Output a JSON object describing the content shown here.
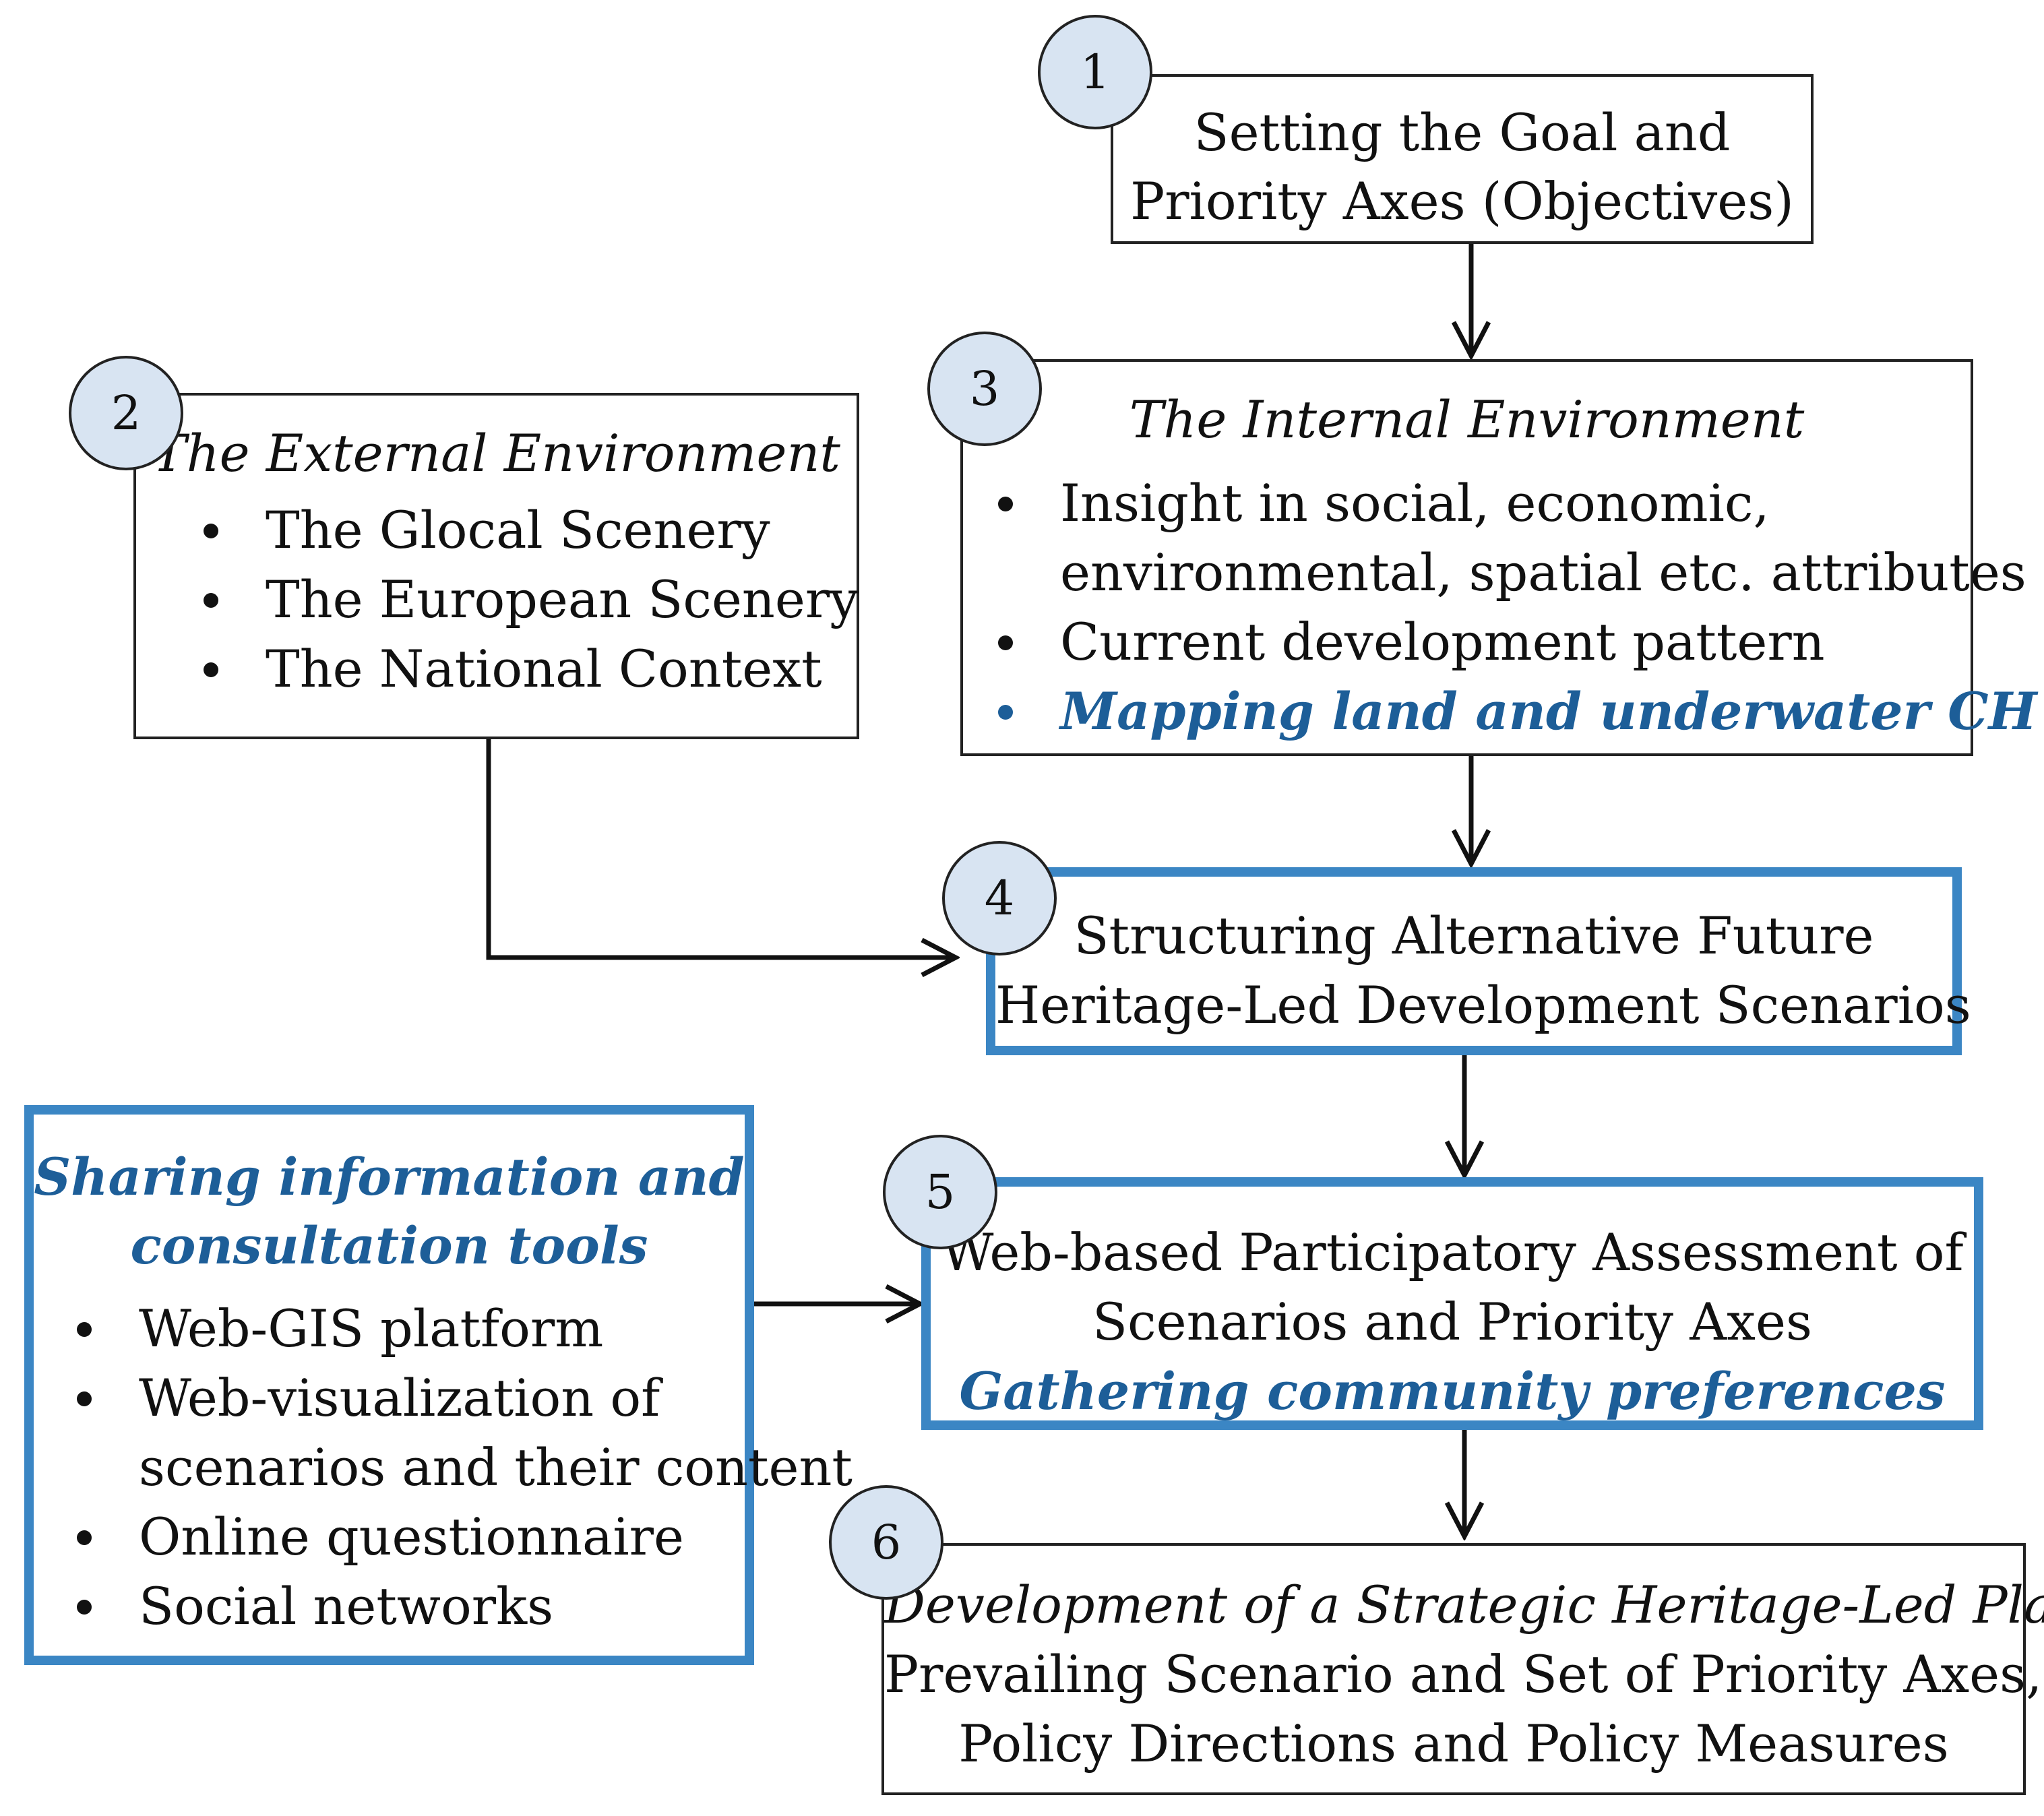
{
  "steps": [
    {
      "number": "1",
      "title_lines": [
        "Setting the Goal and",
        "Priority Axes (Objectives)"
      ]
    },
    {
      "number": "2",
      "title": "The External Environment",
      "items": [
        "The Glocal Scenery",
        "The European Scenery",
        "The National Context"
      ]
    },
    {
      "number": "3",
      "title": "The Internal Environment",
      "items": [
        "Insight in social, economic,",
        "environmental, spatial etc. attributes",
        "Current development pattern"
      ],
      "highlight_item": "Mapping land and underwater CH"
    },
    {
      "number": "4",
      "title_lines": [
        "Structuring Alternative Future",
        "Heritage-Led Development Scenarios"
      ]
    },
    {
      "number": "5",
      "title_lines": [
        "Web-based Participatory Assessment of",
        "Scenarios and Priority Axes"
      ],
      "highlight": "Gathering community preferences"
    },
    {
      "number": "6",
      "title": "Development of a Strategic Heritage-Led Plan",
      "lines": [
        "Prevailing Scenario and Set of Priority Axes,",
        "Policy Directions and Policy Measures"
      ]
    }
  ],
  "tools": {
    "title_lines": [
      "Sharing information and",
      "consultation tools"
    ],
    "items": [
      "Web-GIS platform",
      "Web-visualization of",
      "scenarios and their content",
      "Online questionnaire",
      "Social networks"
    ]
  },
  "colors": {
    "highlight_border": "#3b86c4",
    "highlight_text": "#1d5e98",
    "step_circle_fill": "#d8e4f2"
  }
}
